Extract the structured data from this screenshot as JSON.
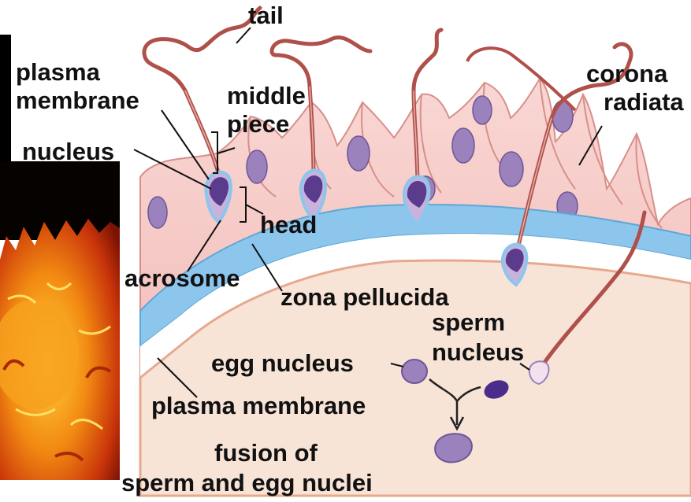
{
  "labels": {
    "tail": "tail",
    "plasma_membrane_top_1": "plasma",
    "plasma_membrane_top_2": "membrane",
    "middle_piece_1": "middle",
    "middle_piece_2": "piece",
    "nucleus": "nucleus",
    "head": "head",
    "acrosome": "acrosome",
    "zona_pellucida": "zona pellucida",
    "corona_radiata_1": "corona",
    "corona_radiata_2": "radiata",
    "sperm_nucleus_1": "sperm",
    "sperm_nucleus_2": "nucleus",
    "egg_nucleus": "egg nucleus",
    "plasma_membrane_bottom": "plasma membrane",
    "fusion_1": "fusion of",
    "fusion_2": "sperm and egg nuclei"
  },
  "colors": {
    "corona_cells": "#f4c3c0",
    "cell_nuclei": "#9b82bd",
    "zona_pellucida": "#8cc6ec",
    "egg_cytoplasm": "#f8e3d7",
    "sperm_tail": "#b0504a",
    "sperm_head": "#5b3c8c",
    "photo_fire": "#f28a12"
  }
}
